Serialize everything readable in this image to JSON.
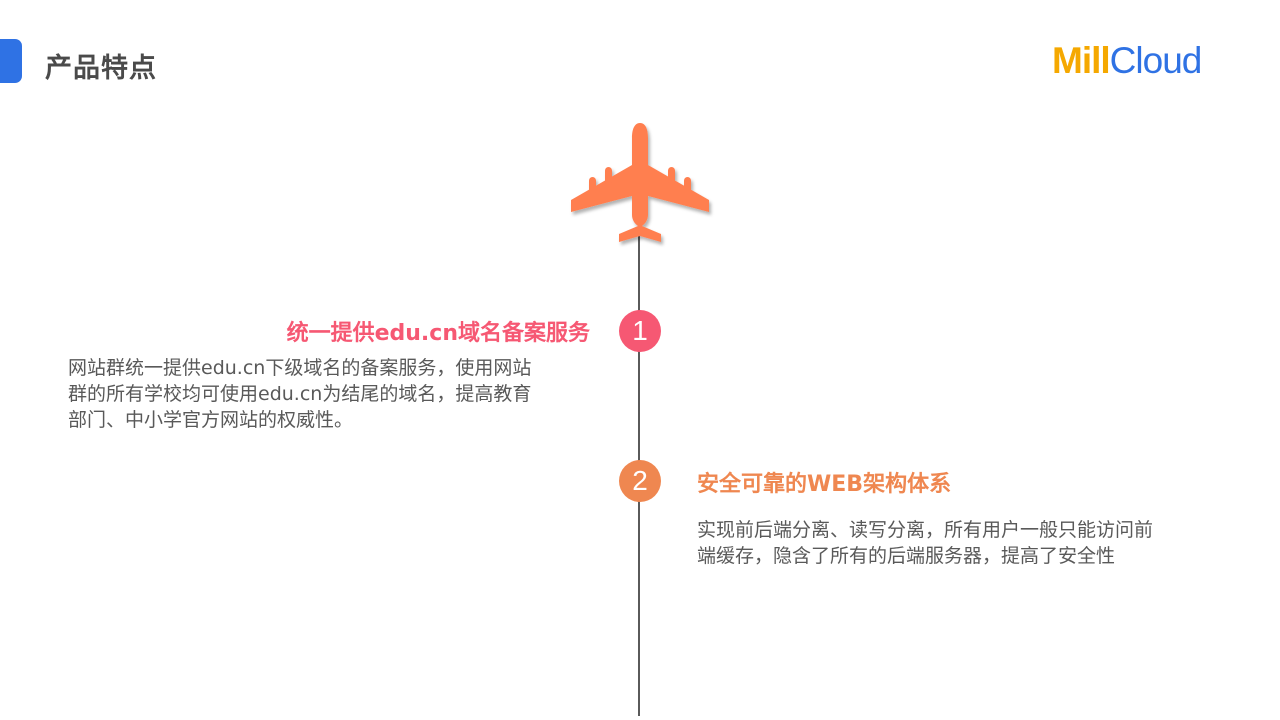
{
  "header": {
    "title": "产品特点"
  },
  "logo": {
    "part1": "Mill",
    "part2": "Cloud"
  },
  "colors": {
    "accent_blue": "#2f72e4",
    "logo_orange": "#f5a800",
    "pink": "#f65873",
    "orange": "#ef8750",
    "plane": "#ff7f50"
  },
  "icons": {
    "plane": "airplane-icon"
  },
  "items": [
    {
      "number": "1",
      "title": "统一提供edu.cn域名备案服务",
      "lines": [
        "网站群统一提供edu.cn下级域名的备案服务，使用网站",
        "群的所有学校均可使用edu.cn为结尾的域名，提高教育",
        "部门、中小学官方网站的权威性。"
      ]
    },
    {
      "number": "2",
      "title": "安全可靠的WEB架构体系",
      "lines": [
        "实现前后端分离、读写分离，所有用户一般只能访问前",
        "端缓存，隐含了所有的后端服务器，提高了安全性"
      ]
    }
  ]
}
